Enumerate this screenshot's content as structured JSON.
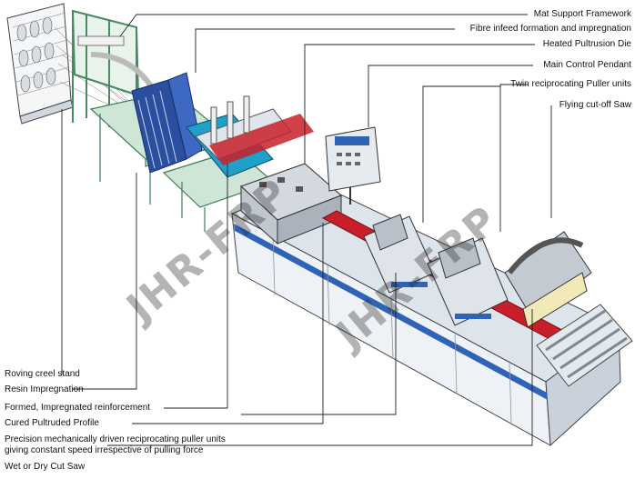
{
  "labels": {
    "mat_support_framework": "Mat Support Framework",
    "fibre_infeed": "Fibre infeed formation and impregnation",
    "heated_die": "Heated Pultrusion Die",
    "control_pendant": "Main Control Pendant",
    "twin_pullers": "Twin reciprocating Puller units",
    "flying_saw": "Flying cut-off Saw",
    "roving_creel": "Roving creel stand",
    "resin_impregnation": "Resin Impregnation",
    "formed_reinforcement": "Formed, Impregnated reinforcement",
    "cured_profile": "Cured Pultruded Profile",
    "precision_pullers_line1": "Precision mechanically driven reciprocating puller units",
    "precision_pullers_line2": "giving constant speed irrespective of pulling force",
    "cut_saw": "Wet or Dry Cut Saw"
  },
  "watermarks": [
    "JHR-FRP",
    "JHR-FRP"
  ],
  "colors": {
    "machine_body": "#e9eef3",
    "machine_stripe": "#2f63b8",
    "profile_red": "#c8202a",
    "frame_green": "#9fcab0",
    "impregnation_blue": "#2b4fa0",
    "leader_line": "#222222"
  }
}
